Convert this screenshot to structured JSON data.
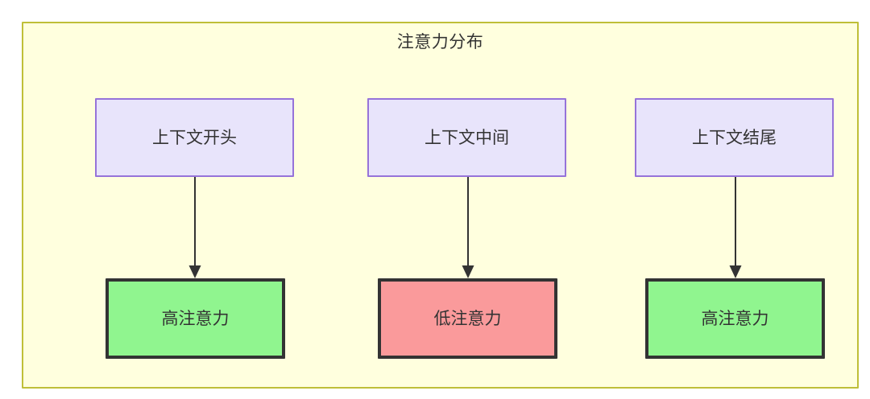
{
  "diagram": {
    "title": "注意力分布",
    "colors": {
      "cluster_background": "#ffffde",
      "cluster_border": "#bfbf38",
      "source_fill": "#e8e4fb",
      "source_border": "#9673d9",
      "high_attention_fill": "#90f58f",
      "low_attention_fill": "#fa9a9b",
      "node_border": "#333333",
      "text": "#333333",
      "edge": "#333333"
    },
    "columns": [
      {
        "source": {
          "label": "上下文开头"
        },
        "target": {
          "label": "高注意力",
          "level": "high"
        }
      },
      {
        "source": {
          "label": "上下文中间"
        },
        "target": {
          "label": "低注意力",
          "level": "low"
        }
      },
      {
        "source": {
          "label": "上下文结尾"
        },
        "target": {
          "label": "高注意力",
          "level": "high"
        }
      }
    ]
  }
}
